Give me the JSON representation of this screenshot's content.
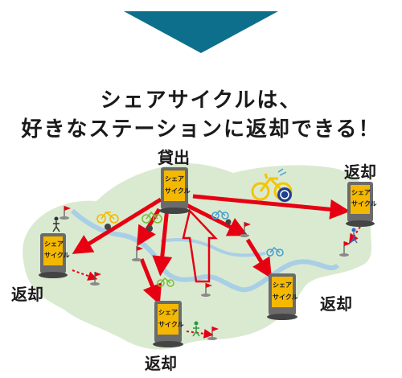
{
  "headline": {
    "line1": "シェアサイクルは、",
    "line2": "好きなステーションに返却できる！"
  },
  "labels": {
    "rent": "貸出",
    "return_top_right": "返却",
    "return_left": "返却",
    "return_right": "返却",
    "return_bottom": "返却"
  },
  "station_sign": {
    "line1": "シェア",
    "line2": "サイクル"
  },
  "colors": {
    "arrow_banner": "#0e6f8c",
    "route": "#e60012",
    "map_land": "#d9ead0",
    "river": "#a9cfe6",
    "station_body": "#6b6b6b",
    "sign": "#f5b800",
    "bike_yellow": "#f5c400"
  },
  "icons": [
    "down-arrow-banner",
    "bicycle-icon",
    "walking-person-icon",
    "flag-icon",
    "station-kiosk-icon"
  ]
}
